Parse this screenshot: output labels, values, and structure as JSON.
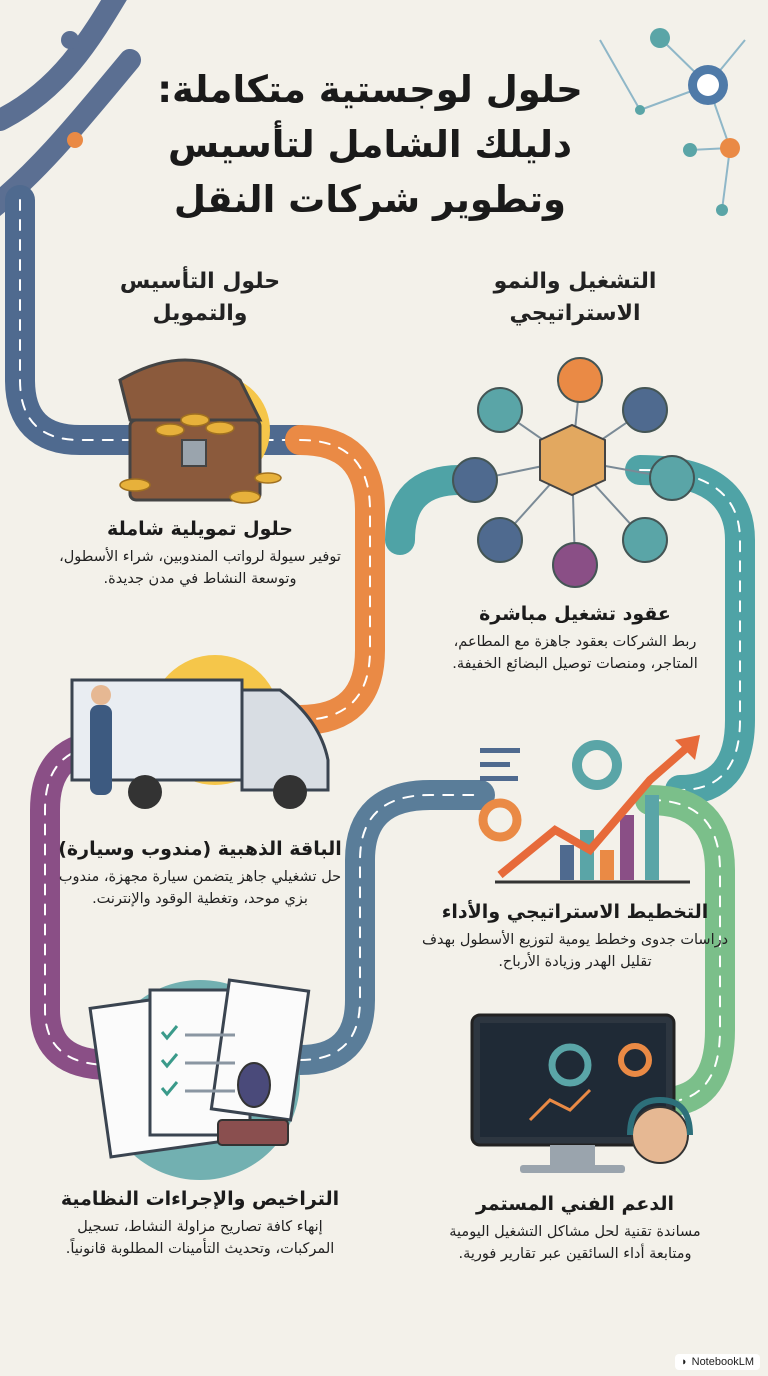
{
  "title": {
    "line1": "حلول لوجستية متكاملة:",
    "line2": "دليلك الشامل لتأسيس",
    "line3": "وتطوير شركات النقل"
  },
  "sections": {
    "left": {
      "line1": "حلول التأسيس",
      "line2": "والتمويل"
    },
    "right": {
      "line1": "التشغيل والنمو",
      "line2": "الاستراتيجي"
    }
  },
  "cards": [
    {
      "title": "حلول تمويلية شاملة",
      "desc": "توفير سيولة لرواتب المندوبين، شراء الأسطول، وتوسعة النشاط في مدن جديدة.",
      "icon": "treasure-chest-icon"
    },
    {
      "title": "عقود تشغيل مباشرة",
      "desc": "ربط الشركات بعقود جاهزة مع المطاعم، المتاجر، ومنصات توصيل البضائع الخفيفة.",
      "icon": "delivery-hub-icon"
    },
    {
      "title": "الباقة الذهبية (مندوب وسيارة)",
      "desc": "حل تشغيلي جاهز يتضمن سيارة مجهزة، مندوب بزي موحد، وتغطية الوقود والإنترنت.",
      "icon": "delivery-van-icon"
    },
    {
      "title": "التخطيط الاستراتيجي والأداء",
      "desc": "دراسات جدوى وخطط يومية لتوزيع الأسطول بهدف تقليل الهدر وزيادة الأرباح.",
      "icon": "growth-chart-icon"
    },
    {
      "title": "التراخيص والإجراءات النظامية",
      "desc": "إنهاء كافة تصاريح مزاولة النشاط، تسجيل المركبات، وتحديث التأمينات المطلوبة قانونياً.",
      "icon": "documents-stamp-icon"
    },
    {
      "title": "الدعم الفني المستمر",
      "desc": "مساندة تقنية لحل مشاكل التشغيل اليومية ومتابعة أداء السائقين عبر تقارير فورية.",
      "icon": "support-monitor-icon"
    }
  ],
  "badge": {
    "label": "NotebookLM"
  },
  "colors": {
    "road_blue": "#4f6a8f",
    "road_orange": "#ea8a45",
    "road_purple": "#8a4f86",
    "road_teal": "#4fa3a6",
    "road_green": "#7bbf8a",
    "road_slate": "#5a7d99",
    "background": "#f3f1ea"
  }
}
